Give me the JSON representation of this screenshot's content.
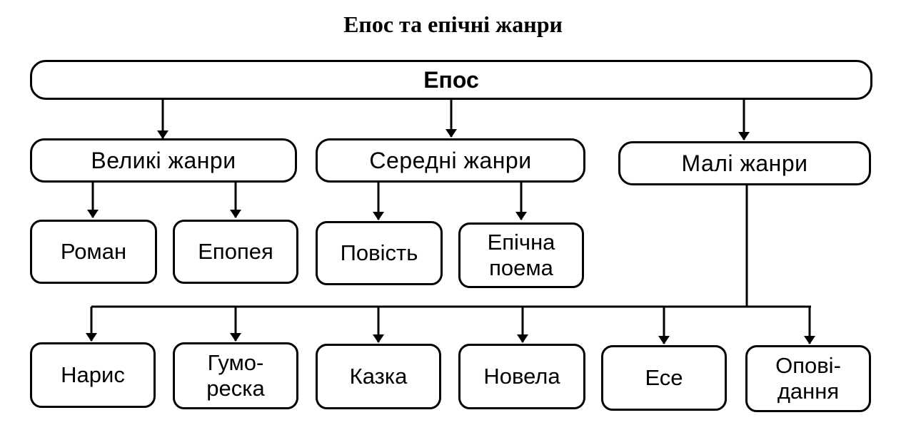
{
  "title": "Епос та епічні жанри",
  "root": "Епос",
  "groups": {
    "large": "Великі жанри",
    "medium": "Середні жанри",
    "small": "Малі жанри"
  },
  "large_genres": [
    "Роман",
    "Епопея"
  ],
  "medium_genres": [
    "Повість",
    "Епічна\nпоема"
  ],
  "small_genres": [
    "Нарис",
    "Гумо-\nреска",
    "Казка",
    "Новела",
    "Есе",
    "Опові-\nдання"
  ]
}
